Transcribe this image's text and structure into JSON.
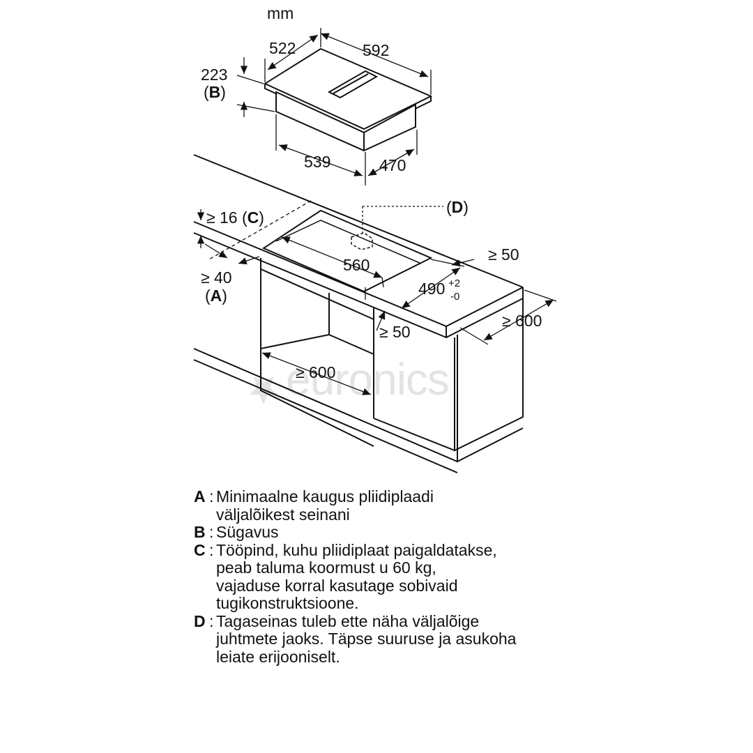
{
  "units": "mm",
  "watermark": "euronics",
  "hob": {
    "width": "592",
    "depth": "522",
    "height_value": "223",
    "height_ref": "B",
    "cutout_body_width": "539",
    "cutout_body_depth": "470"
  },
  "installation": {
    "worktop_thickness": "≥ 16",
    "worktop_ref": "C",
    "front_distance": "≥ 40",
    "front_ref": "A",
    "cutout_width": "560",
    "cutout_depth": "490",
    "tolerance_plus": "+2",
    "tolerance_minus": "-0",
    "rear_opening_ref": "D",
    "side_gap": "≥ 50",
    "inner_gap": "≥ 50",
    "cabinet_depth": "≥ 600",
    "cabinet_width": "≥ 600"
  },
  "legend": [
    {
      "key": "A",
      "text": "Minimaalne kaugus pliidiplaadi\nväljalõikest seinani"
    },
    {
      "key": "B",
      "text": "Sügavus"
    },
    {
      "key": "C",
      "text": "Tööpind, kuhu pliidiplaat paigaldatakse,\npeab taluma koormust u 60 kg,\nvajaduse korral kasutage sobivaid\ntugikonstruktsioone."
    },
    {
      "key": "D",
      "text": "Tagaseinas tuleb ette näha väljalõige\njuhtmete jaoks. Täpse suuruse ja asukoha\nleiate erijooniselt."
    }
  ]
}
